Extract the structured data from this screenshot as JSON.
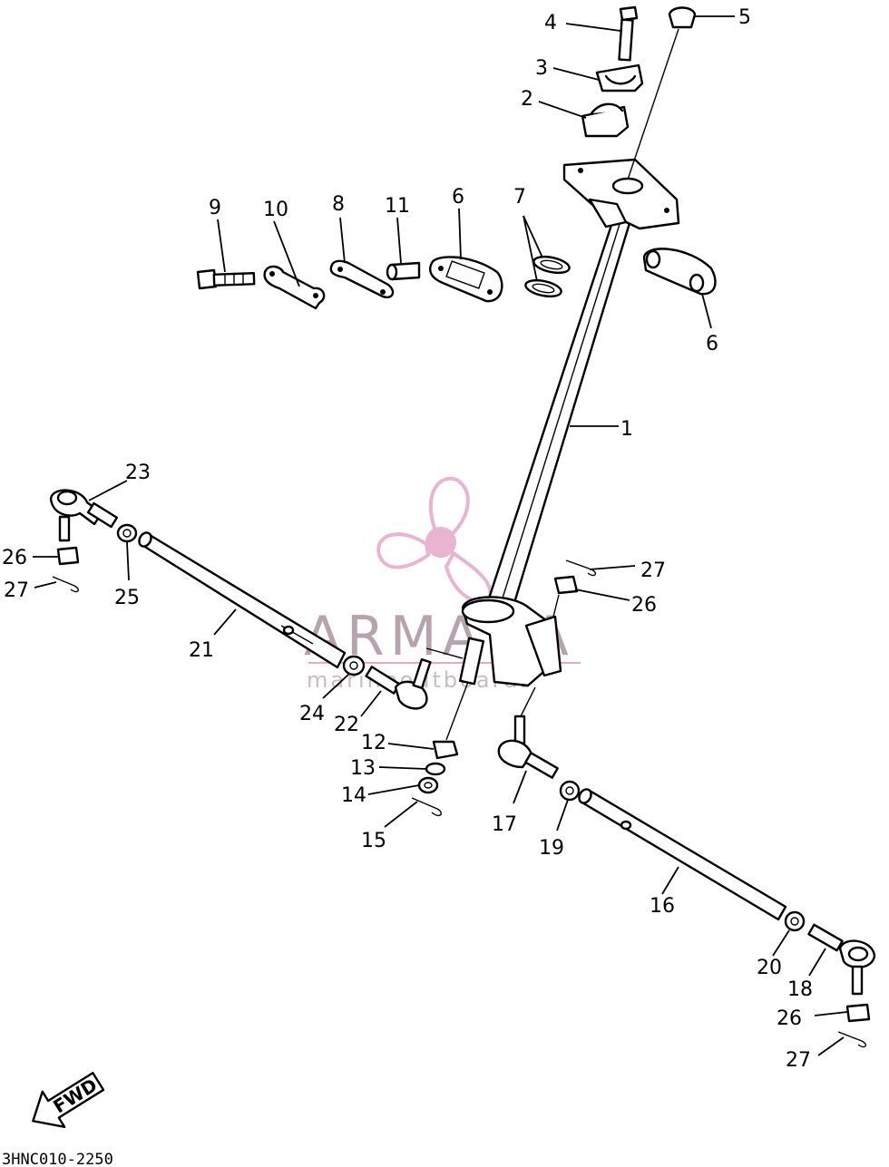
{
  "diagram_code": "3HNC010-2250",
  "fwd_label": "FWD",
  "watermark": {
    "brand": "ARMADA",
    "tagline": "marineoutboards",
    "color": "#e6a8c8"
  },
  "callouts": {
    "c1": "1",
    "c2": "2",
    "c3": "3",
    "c4": "4",
    "c5": "5",
    "c6a": "6",
    "c6b": "6",
    "c7": "7",
    "c8": "8",
    "c9": "9",
    "c10": "10",
    "c11": "11",
    "c12": "12",
    "c13": "13",
    "c14": "14",
    "c15": "15",
    "c16": "16",
    "c17": "17",
    "c18": "18",
    "c19": "19",
    "c20": "20",
    "c21": "21",
    "c22": "22",
    "c23": "23",
    "c24": "24",
    "c25": "25",
    "c26a": "26",
    "c26b": "26",
    "c26c": "26",
    "c27a": "27",
    "c27b": "27",
    "c27c": "27"
  }
}
